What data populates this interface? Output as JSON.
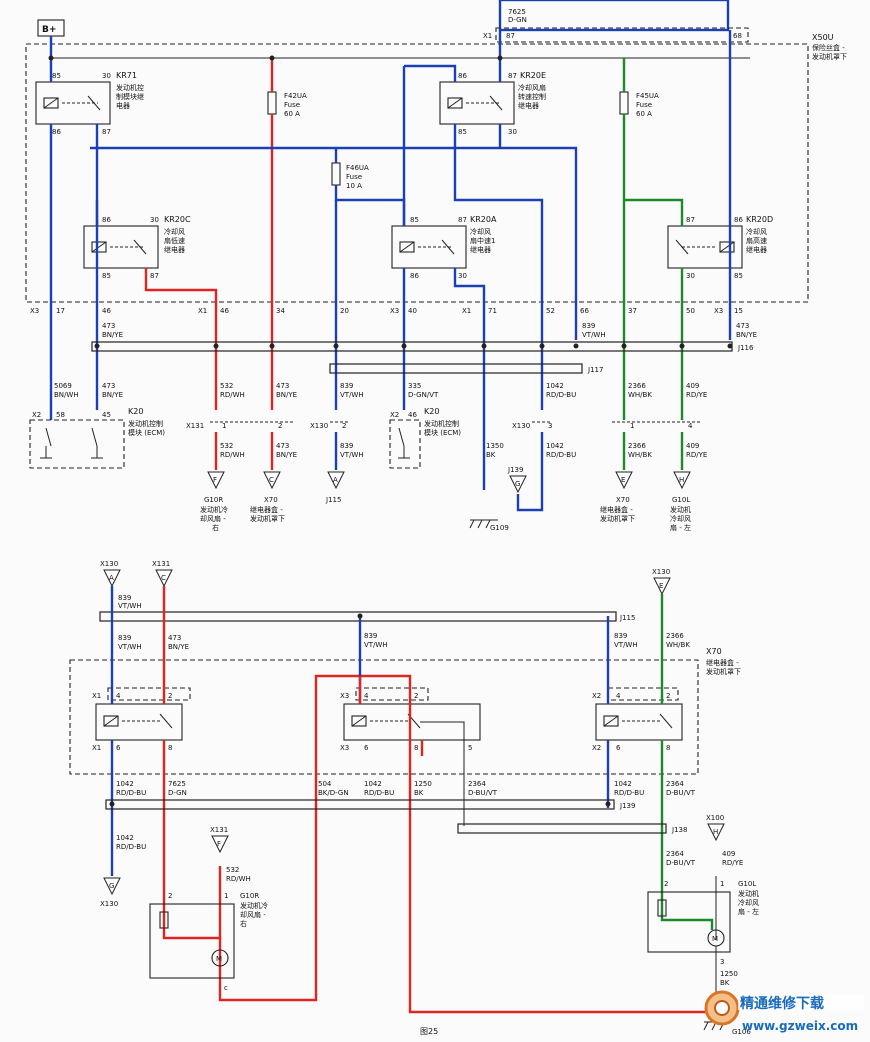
{
  "figure_caption": "图25",
  "watermark": {
    "text": "精通维修下载",
    "url": "www.gzweix.com"
  },
  "top": {
    "battery": "B+",
    "x50u": {
      "id": "X50U",
      "desc1": "保险丝盒 -",
      "desc2": "发动机罩下"
    },
    "wire_7625": "7625",
    "wire_7625_color": "D-GN",
    "x1_label": "X1",
    "pin87": "87",
    "pin68": "68",
    "kr71": {
      "id": "KR71",
      "d1": "发动机控",
      "d2": "制模块继",
      "d3": "电器",
      "p85": "85",
      "p30": "30",
      "p86": "86",
      "p87": "87"
    },
    "f42": {
      "id": "F42UA",
      "l2": "Fuse",
      "l3": "60 A"
    },
    "kr20e": {
      "id": "KR20E",
      "d1": "冷却风扇",
      "d2": "转速控制",
      "d3": "继电器",
      "p86": "86",
      "p87": "87",
      "p85": "85",
      "p30": "30"
    },
    "f45": {
      "id": "F45UA",
      "l2": "Fuse",
      "l3": "60 A"
    },
    "f46": {
      "id": "F46UA",
      "l2": "Fuse",
      "l3": "10 A"
    },
    "kr20c": {
      "id": "KR20C",
      "d1": "冷却风",
      "d2": "扇低速",
      "d3": "继电器",
      "p86": "86",
      "p30": "30",
      "p85": "85",
      "p87": "87"
    },
    "kr20a": {
      "id": "KR20A",
      "d1": "冷却风",
      "d2": "扇中速1",
      "d3": "继电器",
      "p85": "85",
      "p87": "87",
      "p86": "86",
      "p30": "30"
    },
    "kr20d": {
      "id": "KR20D",
      "d1": "冷却风",
      "d2": "扇高速",
      "d3": "继电器",
      "p87": "87",
      "p86": "86",
      "p30": "30",
      "p85": "85"
    },
    "pins": {
      "x3a": "X3",
      "p17": "17",
      "p46a": "46",
      "x1a": "X1",
      "p46b": "46",
      "p34": "34",
      "p20": "20",
      "x3b": "X3",
      "p40": "40",
      "x1b": "X1",
      "p71": "71",
      "p52": "52",
      "p66": "66",
      "p37": "37",
      "p50": "50",
      "x3c": "X3",
      "p15": "15"
    },
    "wires": {
      "w473a": "473",
      "w473a_c": "BN/YE",
      "w839": "839",
      "w839_c": "VT/WH",
      "w473b": "473",
      "w473b_c": "BN/YE",
      "j116": "J116",
      "j117": "J117",
      "w5069": "5069",
      "w5069_c": "BN/WH",
      "w473c": "473",
      "w473c_c": "BN/YE",
      "w532": "532",
      "w532_c": "RD/WH",
      "w473d": "473",
      "w473d_c": "BN/YE",
      "w839b": "839",
      "w839b_c": "VT/WH",
      "w335": "335",
      "w335_c": "D-GN/VT",
      "w1042": "1042",
      "w1042_c": "RD/D-BU",
      "w2366": "2366",
      "w2366_c": "WH/BK",
      "w409": "409",
      "w409_c": "RD/YE",
      "w532b": "532",
      "w532b_c": "RD/WH",
      "w473e": "473",
      "w473e_c": "BN/YE",
      "w839c": "839",
      "w839c_c": "VT/WH",
      "w1350": "1350",
      "w1350_c": "BK",
      "w1042b": "1042",
      "w1042b_c": "RD/D-BU",
      "w2366b": "2366",
      "w2366b_c": "WH/BK",
      "w409b": "409",
      "w409b_c": "RD/YE"
    },
    "k20a": {
      "x2": "X2",
      "p58": "58",
      "p45": "45",
      "id": "K20",
      "d1": "发动机控制",
      "d2": "模块 (ECM)"
    },
    "k20b": {
      "x2": "X2",
      "p46": "46",
      "id": "K20",
      "d1": "发动机控制",
      "d2": "模块 (ECM)"
    },
    "x131": "X131",
    "x131_p1": "1",
    "x131_p2": "2",
    "x130a": "X130",
    "x130a_p2": "2",
    "x130b": "X130",
    "x130b_p3": "3",
    "x131b_p1": "1",
    "x131b_p4": "4",
    "conn": {
      "F": "F",
      "C": "C",
      "A": "A",
      "G": "G",
      "E": "E",
      "H": "H"
    },
    "g10r": {
      "id": "G10R",
      "d1": "发动机冷",
      "d2": "却风扇 -",
      "d3": "右"
    },
    "x70a": {
      "id": "X70",
      "d1": "继电器盒 -",
      "d2": "发动机罩下"
    },
    "j115": "J115",
    "j139": "J139",
    "g109": "G109",
    "x70b": {
      "id": "X70",
      "d1": "继电器盒 -",
      "d2": "发动机罩下"
    },
    "g10l": {
      "id": "G10L",
      "d1": "发动机",
      "d2": "冷却风",
      "d3": "扇 - 左"
    }
  },
  "bottom": {
    "x130a": "X130",
    "x131a": "X131",
    "x130e": "X130",
    "connA": "A",
    "connC": "C",
    "connE": "E",
    "w839a": "839",
    "w839a_c": "VT/WH",
    "j115": "J115",
    "w839b": "839",
    "w839b_c": "VT/WH",
    "w473": "473",
    "w473_c": "BN/YE",
    "w839c": "839",
    "w839c_c": "VT/WH",
    "w839d": "839",
    "w839d_c": "VT/WH",
    "w2366": "2366",
    "w2366_c": "WH/BK",
    "x70": {
      "id": "X70",
      "d1": "继电器盒 -",
      "d2": "发动机罩下"
    },
    "r1": {
      "x1t": "X1",
      "p4": "4",
      "p2": "2",
      "x1b": "X1",
      "p6": "6",
      "p8": "8"
    },
    "r2": {
      "x3t": "X3",
      "p4": "4",
      "p2": "2",
      "x3b": "X3",
      "p6": "6",
      "p8": "8",
      "p5": "5"
    },
    "r3": {
      "x2t": "X2",
      "p4": "4",
      "p2": "2",
      "x2b": "X2",
      "p6": "6",
      "p8": "8"
    },
    "w1042a": "1042",
    "w1042a_c": "RD/D-BU",
    "w7625": "7625",
    "w7625_c": "D-GN",
    "w504": "504",
    "w504_c": "BK/D-GN",
    "w1042b": "1042",
    "w1042b_c": "RD/D-BU",
    "w1250": "1250",
    "w1250_c": "BK",
    "w2364": "2364",
    "w2364_c": "D-BU/VT",
    "w1042c": "1042",
    "w1042c_c": "RD/D-BU",
    "w2364b": "2364",
    "w2364b_c": "D-BU/VT",
    "j139": "J139",
    "j138": "J138",
    "w1042d": "1042",
    "w1042d_c": "RD/D-BU",
    "x130g": "X130",
    "connG": "G",
    "x131f": "X131",
    "connF": "F",
    "w532": "532",
    "w532_c": "RD/WH",
    "x100": "X100",
    "connH": "H",
    "w2364c": "2364",
    "w2364c_c": "D-BU/VT",
    "w409": "409",
    "w409_c": "RD/YE",
    "g10r": {
      "p2": "2",
      "p1": "1",
      "id": "G10R",
      "d1": "发动机冷",
      "d2": "却风扇 -",
      "d3": "右",
      "p3": "c"
    },
    "g10l": {
      "p2": "2",
      "p1": "1",
      "id": "G10L",
      "d1": "发动机",
      "d2": "冷却风",
      "d3": "扇 - 左",
      "p3": "3"
    },
    "w1250b": "1250",
    "w1250b_c": "BK",
    "g106": "G106",
    "motor": "M"
  }
}
